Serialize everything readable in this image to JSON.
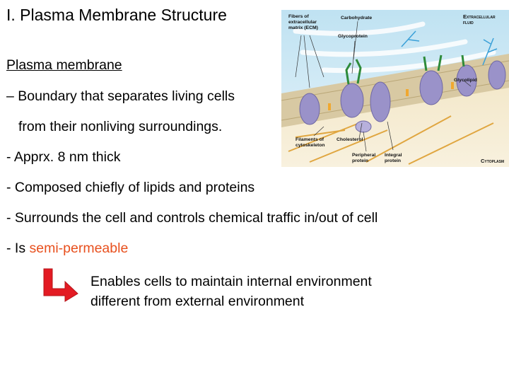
{
  "slide": {
    "title": "I. Plasma Membrane Structure",
    "heading": "Plasma membrane",
    "bullets": [
      "– Boundary that separates living cells",
      "from their nonliving surroundings.",
      "- Apprx. 8 nm thick",
      "- Composed chiefly of lipids and proteins",
      "- Surrounds the cell and controls chemical traffic in/out of cell"
    ],
    "last_bullet_prefix": "- Is ",
    "last_bullet_highlight": "semi-permeable",
    "result_lines": [
      "Enables cells to maintain internal environment",
      "different from external environment"
    ]
  },
  "figure": {
    "labels": {
      "ecm": "Fibers of\nextracellular\nmatrix (ECM)",
      "carbohydrate": "Carbohydrate",
      "extracellular_fluid": "Extracellular\nfluid",
      "glycoprotein": "Glycoprotein",
      "glycolipid": "Glycolipid",
      "cytoskeleton": "Filaments of\ncytoskeleton",
      "cholesterol": "Cholesterol",
      "peripheral_protein": "Peripheral\nprotein",
      "integral_protein": "Integral\nprotein",
      "cytoplasm": "Cytoplasm"
    }
  },
  "colors": {
    "highlight": "#e8501e",
    "arrow": "#e31b23",
    "fluid_bg": "#cfe8f4",
    "membrane": "#d8c9a3",
    "protein": "#9a92c9",
    "carbohydrate": "#2e8b3a",
    "cytoskeleton": "#e0a640"
  }
}
